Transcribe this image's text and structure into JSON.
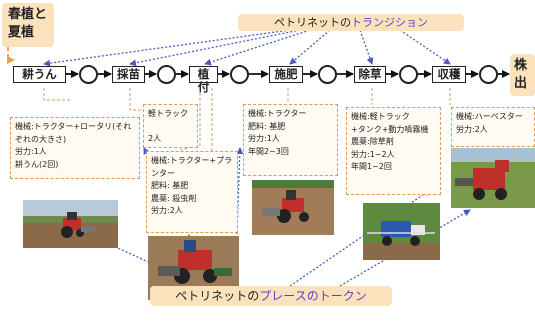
{
  "title_box": "春植と\n夏植",
  "transition_label": {
    "prefix": "ペトリネットの",
    "highlight": "トランジション"
  },
  "token_label": {
    "prefix": "ペトリネットの",
    "highlight": "プレースのトークン"
  },
  "transitions": [
    "耕うん",
    "採苗",
    "植付",
    "施肥",
    "除草",
    "収穫"
  ],
  "final_step": "株\n出",
  "details": [
    "機械:トラクター+ロータリ(それぞれの大きさ)\n労力:1人\n耕うん(2回)",
    "軽トラック\n\n2人",
    "機械:トラクター+プランター\n肥料: 基肥\n農薬: 殺虫剤\n労力:2人",
    "機械:トラクター\n肥料: 基肥\n労力:1人\n年間2~3回",
    "機械:軽トラック\n+タンク+動力噴霧機\n農薬:除草剤\n労力:1~2人\n年間1~2回",
    "機械:ハーベスター\n労力:2人"
  ],
  "colors": {
    "accent_orange": "#f0a040",
    "highlight_purple": "#5a3fd0",
    "arrow_blue": "#4a5ac0",
    "bubble_fill": "#fbe2bd"
  },
  "photos": [
    "tractor-rotary-photo",
    "tractor-planter-photo",
    "tractor-fertilizing-photo",
    "sprayer-photo",
    "harvester-photo"
  ]
}
